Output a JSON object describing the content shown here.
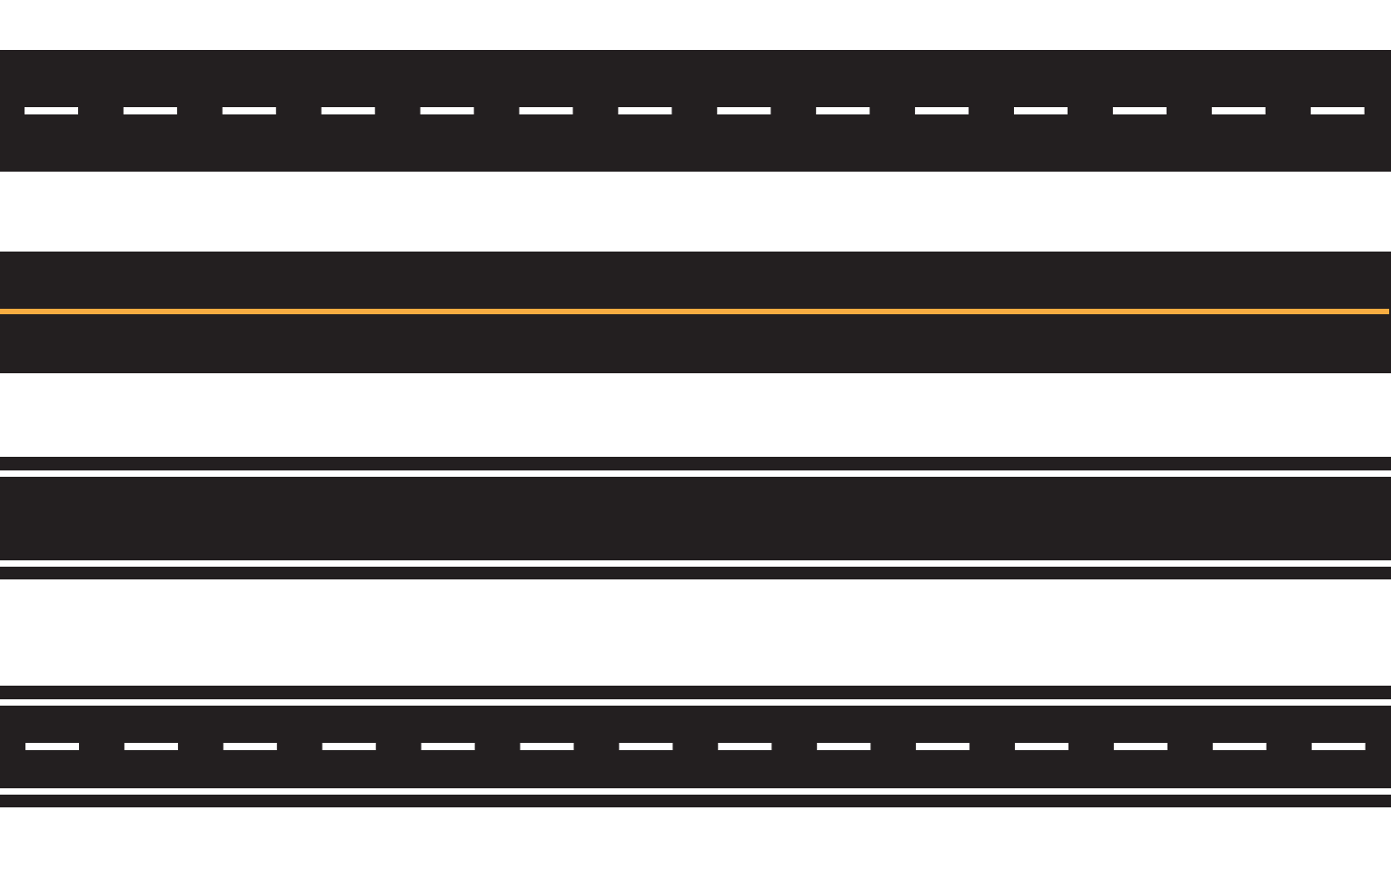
{
  "colors": {
    "background": "#ffffff",
    "asphalt": "#231f20",
    "white_marking": "#ffffff",
    "yellow_marking": "#f7ac41"
  },
  "roads": [
    {
      "name": "road-dashed-center",
      "center_line": "dashed",
      "center_color": "white",
      "edge_lines": false,
      "dash_count": 14
    },
    {
      "name": "road-solid-yellow-center",
      "center_line": "solid",
      "center_color": "yellow",
      "edge_lines": false
    },
    {
      "name": "road-double-edge-lines",
      "center_line": "none",
      "edge_lines": true
    },
    {
      "name": "road-dashed-center-with-edges",
      "center_line": "dashed",
      "center_color": "white",
      "edge_lines": true,
      "dash_count": 14
    }
  ]
}
